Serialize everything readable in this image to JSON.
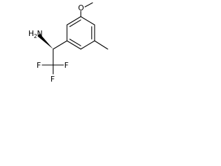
{
  "molecule": {
    "atoms": {
      "amine": {
        "symbol": "H",
        "subscript": "2",
        "suffix": "N"
      },
      "methoxy_o": {
        "symbol": "O"
      },
      "fluorine_1": {
        "symbol": "F"
      },
      "fluorine_2": {
        "symbol": "F"
      },
      "fluorine_3": {
        "symbol": "F"
      }
    },
    "colors": {
      "bond": "#000000",
      "label": "#000000",
      "background": "#ffffff"
    }
  }
}
